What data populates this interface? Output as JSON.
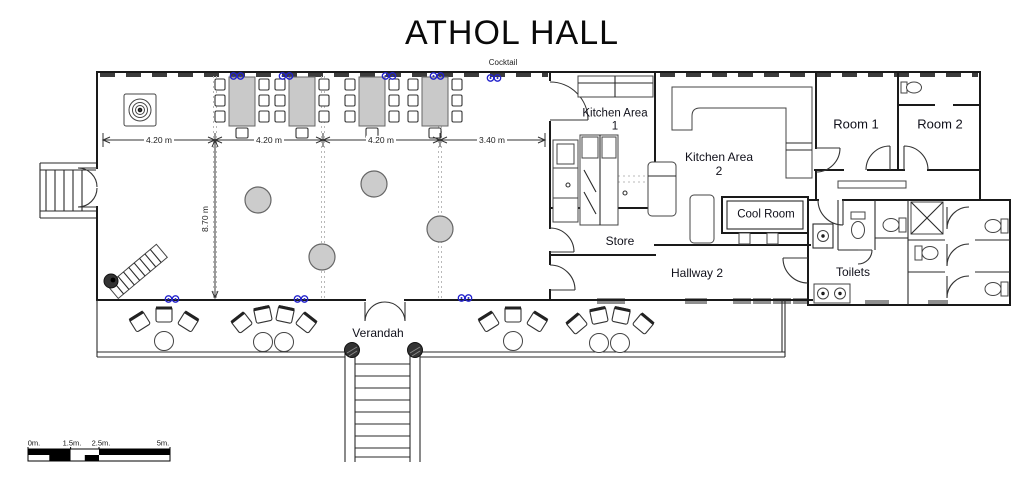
{
  "title": "ATHOL HALL",
  "subtitle": "Cocktail",
  "rooms": {
    "kitchen_area_1": {
      "line1": "Kitchen Area",
      "line2": "1"
    },
    "kitchen_area_2": {
      "line1": "Kitchen Area",
      "line2": "2"
    },
    "cool_room": "Cool Room",
    "store": "Store",
    "hallway_2": "Hallway 2",
    "toilets": "Toilets",
    "room_1": "Room 1",
    "room_2": "Room 2",
    "verandah": "Verandah"
  },
  "dimensions": {
    "segments": [
      "4.20 m",
      "4.20 m",
      "4.20 m",
      "3.40 m"
    ],
    "hall_depth": "8.70 m"
  },
  "scale_bar": {
    "labels": [
      "0m.",
      "1.5m.",
      "2.5m.",
      "5m."
    ]
  },
  "icons": {
    "power_point": "blue double outlet circles",
    "column": "gray filled circle",
    "toilet": "tank and bowl glyph",
    "sink": "circle basin in rectangle",
    "speaker": "square with concentric rings",
    "piano": "striped keyboard with stool",
    "shaft": "square with X",
    "stairs": "parallel treads"
  },
  "colors": {
    "walls": "#1a1a1a",
    "furniture_fill": "#c9c9c9",
    "power_point_blue": "#2222cc",
    "window_sill_gray": "#8f8f8f",
    "background": "#ffffff"
  }
}
